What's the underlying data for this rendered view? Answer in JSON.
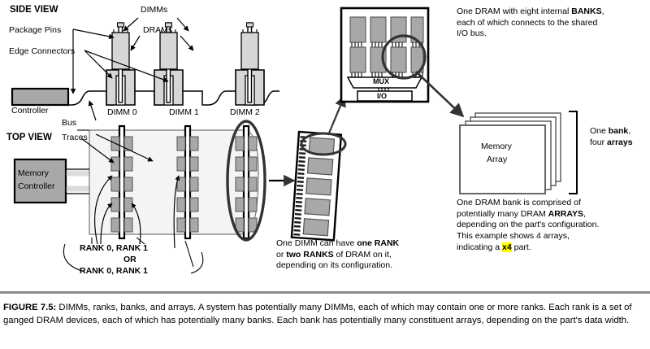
{
  "figure": {
    "views": {
      "side_view_label": "SIDE VIEW",
      "top_view_label": "TOP VIEW"
    },
    "side_view": {
      "callouts": [
        {
          "id": "package-pins",
          "text": "Package Pins"
        },
        {
          "id": "edge-connectors",
          "text": "Edge Connectors"
        },
        {
          "id": "dimms",
          "text": "DIMMs"
        },
        {
          "id": "drams",
          "text": "DRAMs"
        }
      ],
      "controller_label": "Controller",
      "bus_label_line1": "Bus",
      "bus_label_line2": "Traces",
      "dimm_labels": [
        "DIMM 0",
        "DIMM 1",
        "DIMM 2"
      ]
    },
    "top_view": {
      "memory_controller_line1": "Memory",
      "memory_controller_line2": "Controller",
      "rank_note_line1": "RANK 0, RANK 1",
      "rank_note_line2": "OR",
      "rank_note_line3": "RANK 0, RANK 1"
    },
    "dimm_detail": {
      "note_line1_a": "One DIMM can have ",
      "note_line1_b": "one RANK",
      "note_line2_a": "or ",
      "note_line2_b": "two RANKS",
      "note_line2_c": " of DRAM on it,",
      "note_line3": "depending on its configuration.",
      "chip_count": 5
    },
    "dram_detail": {
      "mux_label": "MUX",
      "io_label": "I/O",
      "bank_count": 8,
      "note_line1_a": "One DRAM with eight internal ",
      "note_line1_b": "BANKS",
      "note_line1_c": ",",
      "note_line2": "each of which connects to the shared",
      "note_line3": "I/O bus."
    },
    "array_detail": {
      "array_label_line1": "Memory",
      "array_label_line2": "Array",
      "bracket_line1_a": "One ",
      "bracket_line1_b": "bank",
      "bracket_line1_c": ",",
      "bracket_line2_a": "four ",
      "bracket_line2_b": "arrays",
      "array_count": 4,
      "note_line1": "One DRAM bank is comprised of",
      "note_line2_a": "potentially many DRAM ",
      "note_line2_b": "ARRAYS",
      "note_line2_c": ",",
      "note_line3": "depending on the part's configuration.",
      "note_line4": "This example shows 4 arrays,",
      "note_line5_a": "indicating a ",
      "note_line5_b": "x4",
      "note_line5_c": " part."
    },
    "colors": {
      "chip_fill": "#a8a8a8",
      "socket_fill": "#d6d6d6",
      "bus_fill": "#f2f2f2",
      "controller_fill": "#a8a8a8",
      "highlight": "#ffff00",
      "rule": "#8c8c8c",
      "stroke": "#000000"
    }
  },
  "caption": {
    "number": "FIGURE 7.5:",
    "text": " DIMMs, ranks, banks, and arrays. A system has potentially many DIMMs, each of which may contain one or more ranks. Each rank is a set of ganged DRAM devices, each of which has potentially many banks. Each bank has potentially many constituent arrays, depending on the part's data width."
  }
}
